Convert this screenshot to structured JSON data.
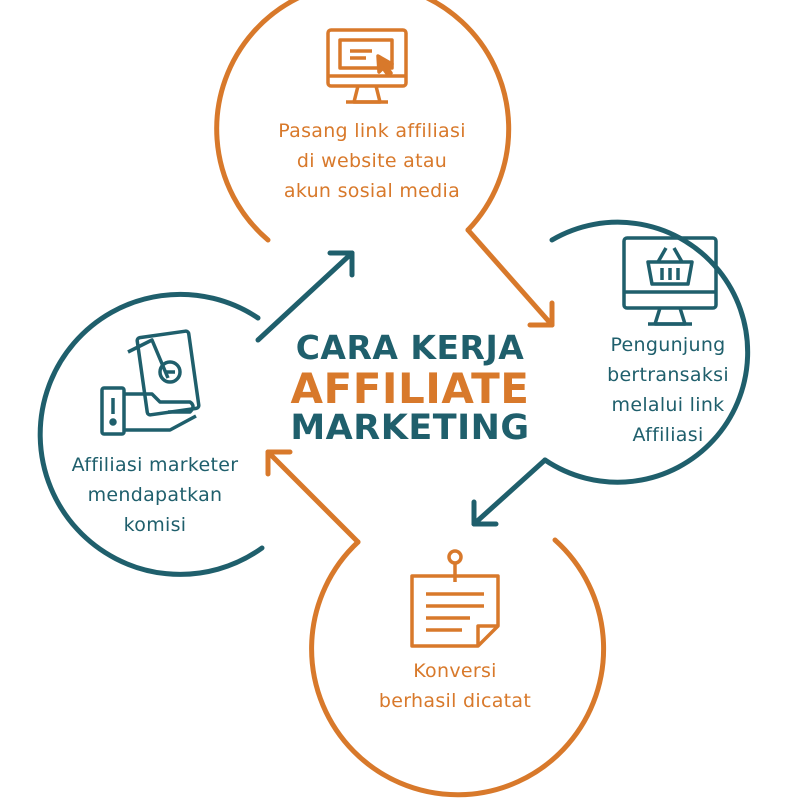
{
  "title": {
    "line1": "CARA KERJA",
    "line2": "AFFILIATE",
    "line3": "MARKETING"
  },
  "steps": [
    {
      "lines": [
        "Pasang link affiliasi",
        "di website atau",
        "akun sosial media"
      ],
      "icon": "monitor-cursor-icon",
      "color": "#d8792b"
    },
    {
      "lines": [
        "Pengunjung",
        "bertransaksi",
        "melalui link",
        "Affiliasi"
      ],
      "icon": "monitor-basket-icon",
      "color": "#1f5f6c"
    },
    {
      "lines": [
        "Konversi",
        "berhasil dicatat"
      ],
      "icon": "sticky-note-icon",
      "color": "#d8792b"
    },
    {
      "lines": [
        "Affiliasi marketer",
        "mendapatkan",
        "komisi"
      ],
      "icon": "hand-money-icon",
      "color": "#1f5f6c"
    }
  ],
  "colors": {
    "orange": "#d8792b",
    "teal": "#1f5f6c"
  }
}
